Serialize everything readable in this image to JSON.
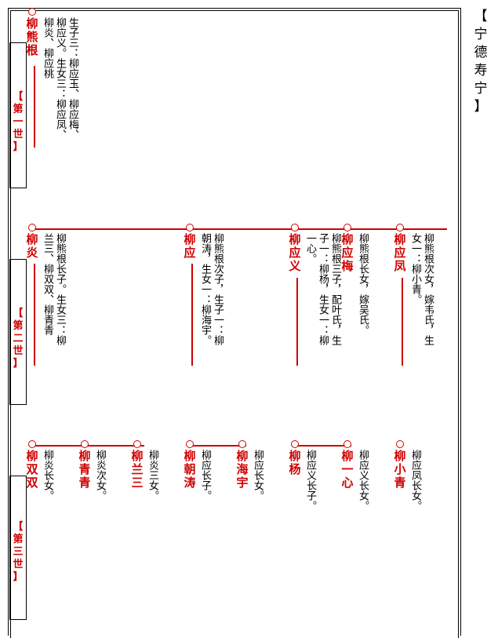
{
  "side_title": "【宁德寿宁】",
  "generations": [
    {
      "label": "【第一世】"
    },
    {
      "label": "【第二世】"
    },
    {
      "label": "【第三世】"
    }
  ],
  "persons": [
    {
      "name": "柳熊根",
      "desc": "生子三：柳应玉、柳应梅、柳应义。生女三：柳应凤、柳炎、柳应桃"
    },
    {
      "name": "柳炎",
      "desc": "柳熊根长子。生女三：柳兰三、柳双双、柳青青"
    },
    {
      "name": "柳应",
      "desc": "柳熊根次子，生子一：柳朝涛，生女一：柳海宇。"
    },
    {
      "name": "柳应义",
      "desc": "柳熊根三子，配叶氏，生子一：柳杨，生女一：柳一心。"
    },
    {
      "name": "柳应梅",
      "desc": "柳熊根长女，嫁吴氏。"
    },
    {
      "name": "柳应凤",
      "desc": "柳熊根次女，嫁韦氏，生女一：柳小青。"
    },
    {
      "name": "柳双双",
      "desc": "柳炎长女。"
    },
    {
      "name": "柳青青",
      "desc": "柳炎次女。"
    },
    {
      "name": "柳兰三",
      "desc": "柳炎三女。"
    },
    {
      "name": "柳朝涛",
      "desc": "柳应长子。"
    },
    {
      "name": "柳海宇",
      "desc": "柳应长女。"
    },
    {
      "name": "柳杨",
      "desc": "柳应义长子。"
    },
    {
      "name": "柳一心",
      "desc": "柳应义长女。"
    },
    {
      "name": "柳小青",
      "desc": "柳应凤长女。"
    }
  ]
}
